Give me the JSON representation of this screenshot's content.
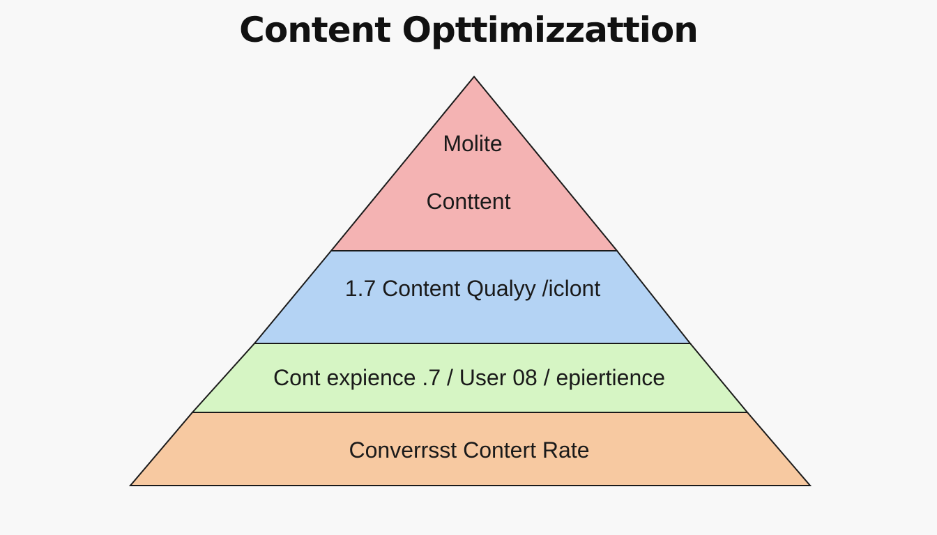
{
  "title": "Content Opttimizzattion",
  "tiers": [
    {
      "lines": [
        "Molite",
        "Conttent"
      ],
      "color": "#f4b3b3"
    },
    {
      "lines": [
        "1.7 Content Qualyy /iclont"
      ],
      "color": "#b4d3f4"
    },
    {
      "lines": [
        "Cont expience .7 / User 08 / epiertience"
      ],
      "color": "#d6f5c4"
    },
    {
      "lines": [
        "Converrsst Contert Rate"
      ],
      "color": "#f7c9a1"
    }
  ],
  "outline_color": "#1a1a1a"
}
